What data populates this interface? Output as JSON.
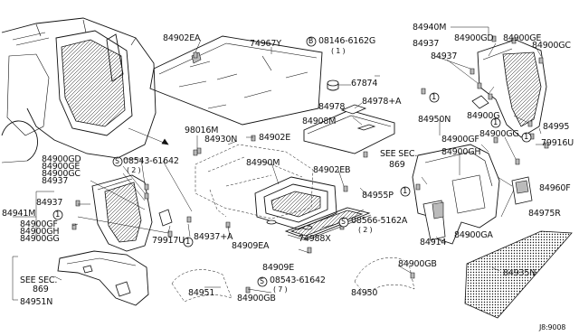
{
  "labels": {
    "l84902EA": "84902EA",
    "l74967Y": "74967Y",
    "l84940M": "84940M",
    "l08146": "08146-6162G",
    "l08146q": "( 1 )",
    "l84937a": "84937",
    "l84900GD": "84900GD",
    "l84900GE": "84900GE",
    "l84900GC": "84900GC",
    "l84937b": "84937",
    "l67874": "67874",
    "l84978": "84978",
    "l84978A": "84978+A",
    "l84908M": "84908M",
    "l84900Ga": "84900G",
    "l84995": "84995",
    "l84950N": "84950N",
    "l98016M": "98016M",
    "l84930N": "84930N",
    "l84902E": "84902E",
    "lSeeSec869a": "SEE SEC.",
    "lSeeSec869a2": "869",
    "l84900GF": "84900GF",
    "l84900GG": "84900GG",
    "l84900GH": "84900GH",
    "l79916U": "79916U",
    "l84900GDL": "84900GD",
    "l84900GEL": "84900GE",
    "l84900GCL": "84900GC",
    "l84937L": "84937",
    "l08543a": "08543-61642",
    "l08543aq": "( 2 )",
    "l84990M": "84990M",
    "l84902EB": "84902EB",
    "l84941M": "84941M",
    "l84937L2": "84937",
    "l84900GFL": "84900GF",
    "l84900GHL": "84900GH",
    "l84900GGL": "84900GG",
    "l79917U": "79917U",
    "l84937A": "84937+A",
    "l84909EA": "84909EA",
    "l84955P": "84955P",
    "l08566": "08566-5162A",
    "l08566q": "( 2 )",
    "l84914": "84914",
    "l84900GA": "84900GA",
    "l84960F": "84960F",
    "l84975R": "84975R",
    "l74988X": "74988X",
    "lSeeSec869b": "SEE SEC.",
    "lSeeSec869b2": "869",
    "l84951N": "84951N",
    "l84909E": "84909E",
    "l84900GB": "84900GB",
    "l08543b": "08543-61642",
    "l08543bq": "( 7 )",
    "l84951": "84951",
    "l84900GBb": "84900GB",
    "l84950": "84950",
    "l84935N": "84935N",
    "lRef": "J8:9008"
  },
  "markers": {
    "circle_1": "1",
    "circle_B": "B",
    "circle_S": "S"
  }
}
